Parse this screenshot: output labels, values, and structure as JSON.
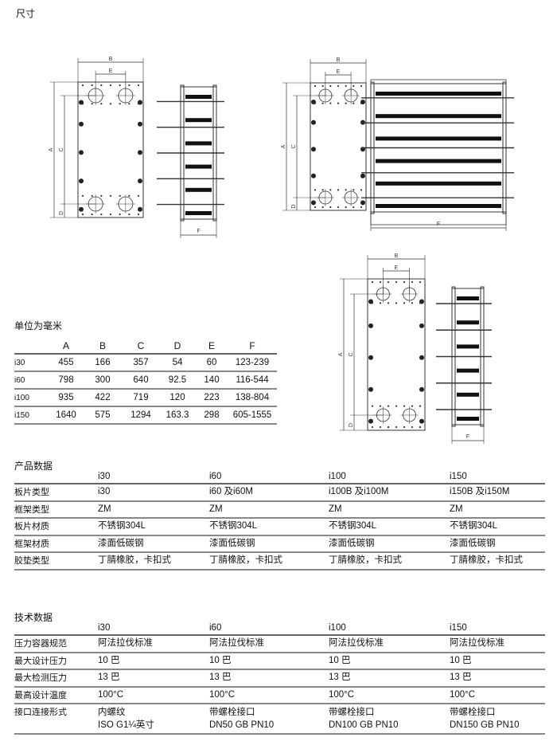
{
  "section_title": "尺寸",
  "diagram_labels": {
    "A": "A",
    "B": "B",
    "C": "C",
    "D": "D",
    "E": "E",
    "F": "F"
  },
  "dimensions": {
    "unit_label": "单位为毫米",
    "columns": [
      "",
      "A",
      "B",
      "C",
      "D",
      "E",
      "F"
    ],
    "rows": [
      [
        "i30",
        "455",
        "166",
        "357",
        "54",
        "60",
        "123-239"
      ],
      [
        "i60",
        "798",
        "300",
        "640",
        "92.5",
        "140",
        "116-544"
      ],
      [
        "i100",
        "935",
        "422",
        "719",
        "120",
        "223",
        "138-804"
      ],
      [
        "i150",
        "1640",
        "575",
        "1294",
        "163.3",
        "298",
        "605-1555"
      ]
    ]
  },
  "product_data": {
    "title": "产品数据",
    "columns": [
      "i30",
      "i60",
      "i100",
      "i150"
    ],
    "rows": [
      {
        "label": "板片类型",
        "values": [
          "i30",
          "i60 及i60M",
          "i100B 及i100M",
          "i150B 及i150M"
        ]
      },
      {
        "label": "框架类型",
        "values": [
          "ZM",
          "ZM",
          "ZM",
          "ZM"
        ]
      },
      {
        "label": "板片材质",
        "values": [
          "不锈钢304L",
          "不锈钢304L",
          "不锈钢304L",
          "不锈钢304L"
        ]
      },
      {
        "label": "框架材质",
        "values": [
          "漆面低碳钢",
          "漆面低碳钢",
          "漆面低碳钢",
          "漆面低碳钢"
        ]
      },
      {
        "label": "胶垫类型",
        "values": [
          "丁腈橡胶，卡扣式",
          "丁腈橡胶，卡扣式",
          "丁腈橡胶，卡扣式",
          "丁腈橡胶，卡扣式"
        ]
      }
    ]
  },
  "technical_data": {
    "title": "技术数据",
    "columns": [
      "i30",
      "i60",
      "i100",
      "i150"
    ],
    "rows": [
      {
        "label": "压力容器规范",
        "values": [
          "阿法拉伐标准",
          "阿法拉伐标准",
          "阿法拉伐标准",
          "阿法拉伐标准"
        ]
      },
      {
        "label": "最大设计压力",
        "values": [
          "10 巴",
          "10 巴",
          "10 巴",
          "10 巴"
        ]
      },
      {
        "label": "最大检测压力",
        "values": [
          "13 巴",
          "13 巴",
          "13 巴",
          "13 巴"
        ]
      },
      {
        "label": "最高设计温度",
        "values": [
          "100°C",
          "100°C",
          "100°C",
          "100°C"
        ]
      },
      {
        "label": "接口连接形式",
        "values": [
          "内螺纹",
          "带螺栓接口",
          "带螺栓接口",
          "带螺栓接口"
        ],
        "values2": [
          "ISO G1¼英寸",
          "DN50 GB PN10",
          "DN100 GB PN10",
          "DN150 GB PN10"
        ]
      }
    ]
  }
}
